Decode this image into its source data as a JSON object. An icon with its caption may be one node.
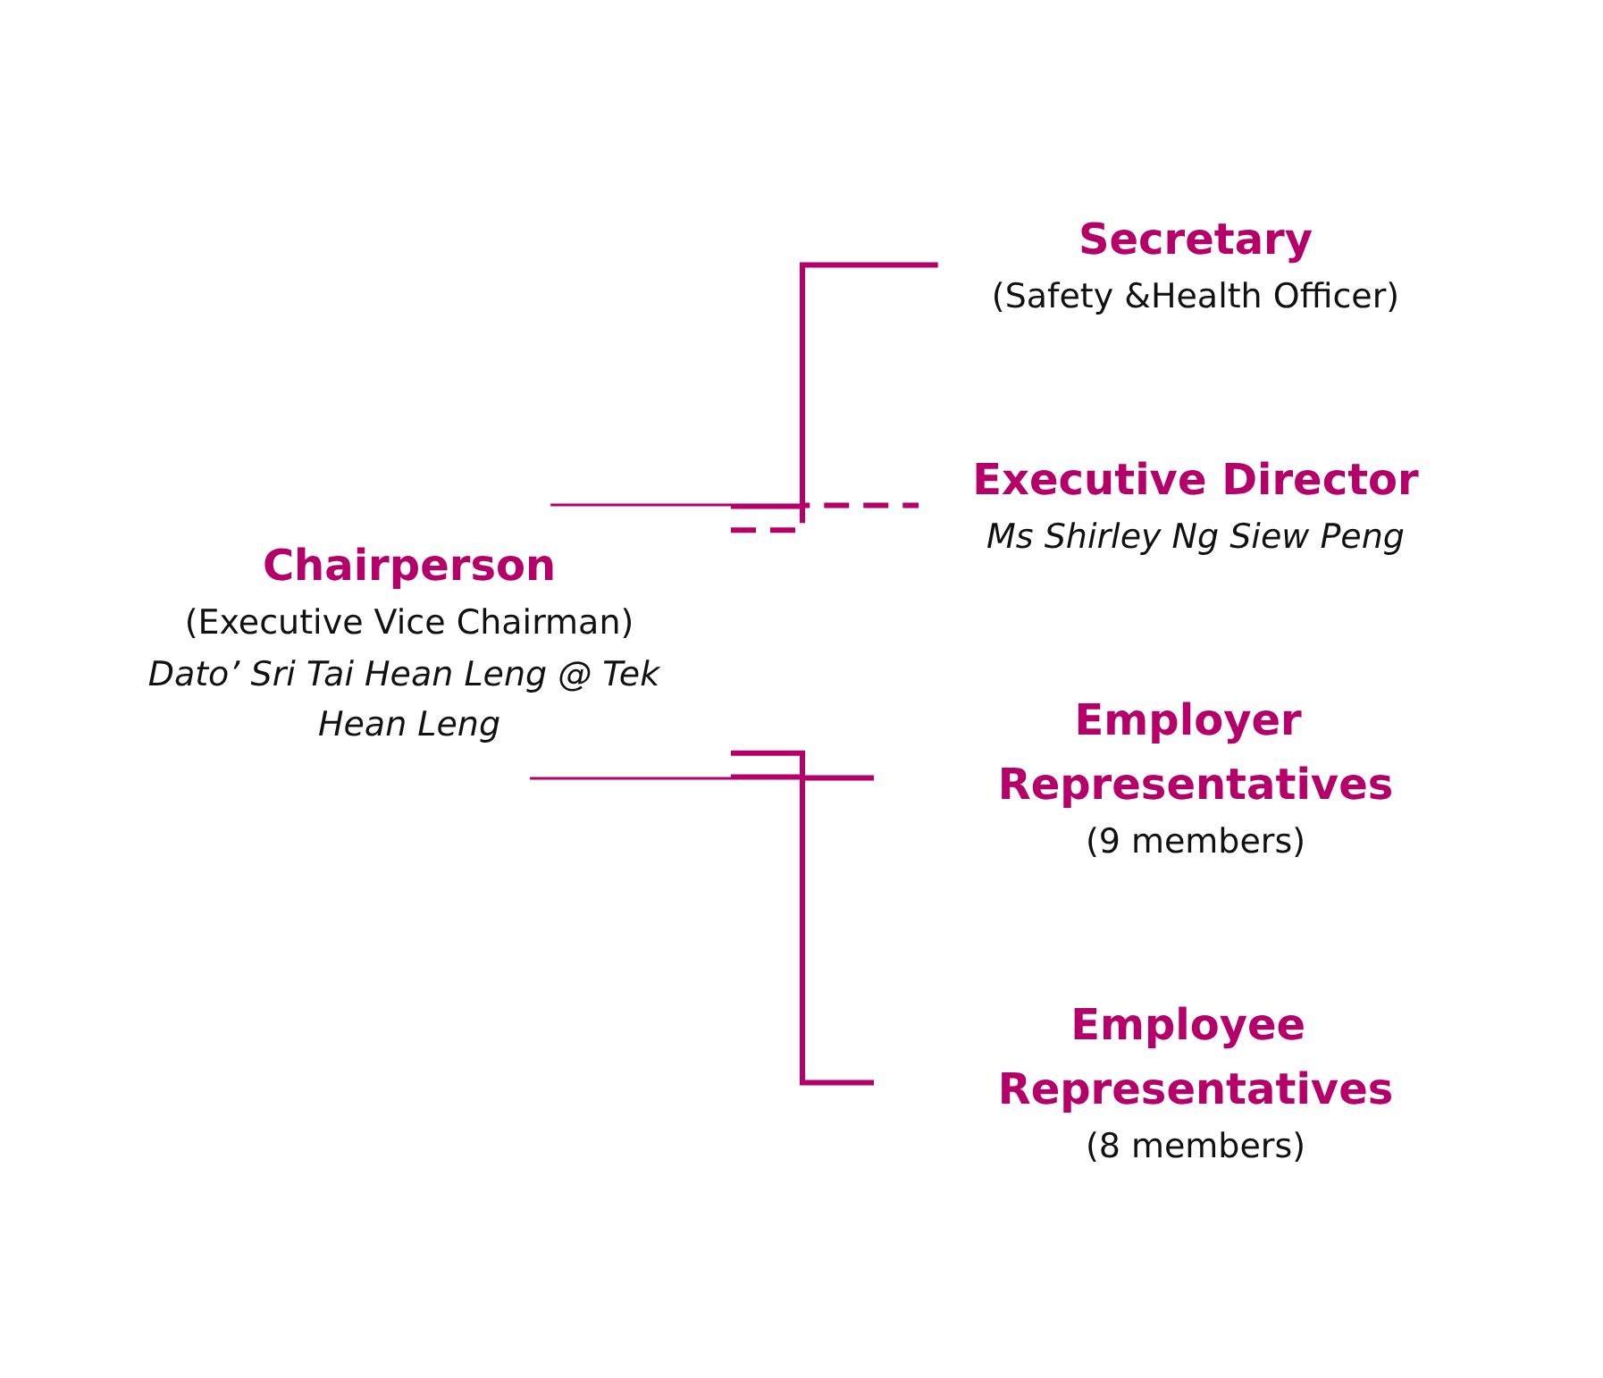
{
  "diagram": {
    "nodes": [
      {
        "text": [
          "Chairperson",
          "(Executive Vice Chairman)",
          "Dato’ Sri Tai Hean Leng @ Tek Hean Leng"
        ]
      },
      {
        "text": [
          "Secretary",
          "(Safety &Health Officer)"
        ]
      },
      {
        "text": [
          "Executive Director",
          "Ms Shirley Ng Siew Peng"
        ]
      },
      {
        "text": [
          "Employer Representatives",
          "(9 members)"
        ]
      },
      {
        "text": [
          "Employee Representatives",
          "(8 members)"
        ]
      }
    ],
    "edges": [
      {
        "from": 0,
        "to": 1,
        "arrow": "none"
      },
      {
        "from": 0,
        "to": 2,
        "arrow": "none",
        "style": "dashed"
      },
      {
        "from": 0,
        "to": 3,
        "arrow": "none"
      },
      {
        "from": 0,
        "to": 4,
        "arrow": "none"
      }
    ]
  }
}
